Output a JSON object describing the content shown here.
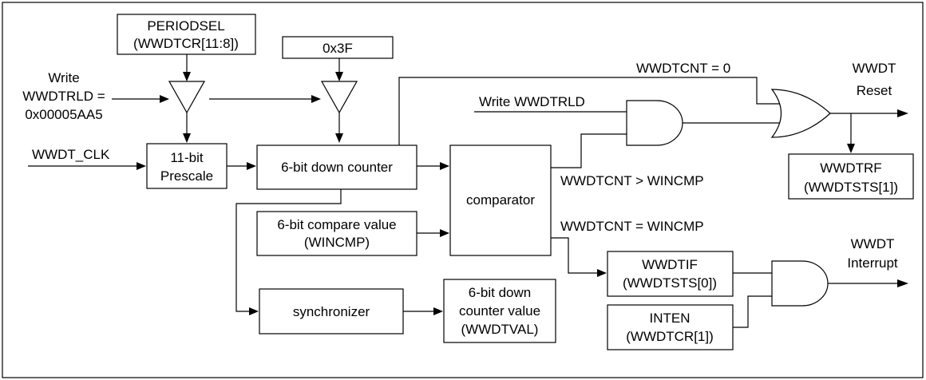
{
  "diagram": {
    "blocks": {
      "periodsel": [
        "PERIODSEL",
        "(WWDTCR[11:8])"
      ],
      "const": "0x3F",
      "prescale": [
        "11-bit",
        "Prescale"
      ],
      "counter": "6-bit down counter",
      "compare_value": [
        "6-bit compare value",
        "(WINCMP)"
      ],
      "comparator": "comparator",
      "synchronizer": "synchronizer",
      "counter_value": [
        "6-bit down",
        "counter value",
        "(WWDTVAL)"
      ],
      "wwdtrf": [
        "WWDTRF",
        "(WWDTSTS[1])"
      ],
      "wwdtif": [
        "WWDTIF",
        "(WWDTSTS[0])"
      ],
      "inten": [
        "INTEN",
        "(WWDTCR[1])"
      ]
    },
    "signals": {
      "write_reload": [
        "Write",
        "WWDTRLD =",
        "0x00005AA5"
      ],
      "clk": "WWDT_CLK",
      "cnt_zero": "WWDTCNT = 0",
      "write_wwdtrld": "Write WWDTRLD",
      "cnt_gt": "WWDTCNT > WINCMP",
      "cnt_eq": "WWDTCNT = WINCMP",
      "reset_out": [
        "WWDT",
        "Reset"
      ],
      "interrupt_out": [
        "WWDT",
        "Interrupt"
      ]
    }
  }
}
